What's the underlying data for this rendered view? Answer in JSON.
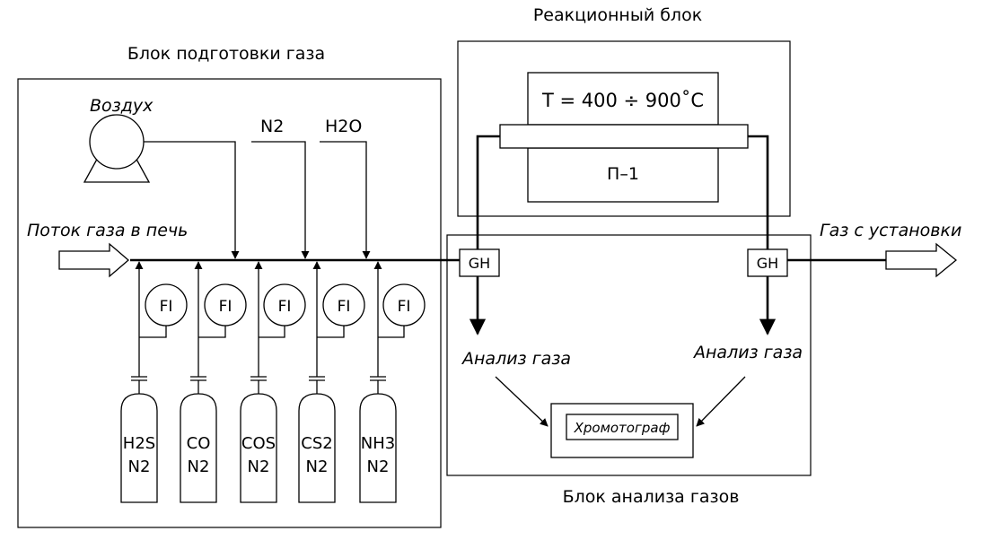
{
  "labels": {
    "reaction_block": "Реакционный блок",
    "gas_prep_block": "Блок подготовки газа",
    "gas_analysis_block": "Блок анализа газов",
    "air": "Воздух",
    "n2": "N2",
    "h2o": "H2O",
    "temperature": "T = 400 ÷ 900˚C",
    "furnace": "П–1",
    "gas_flow_in": "Поток газа в печь",
    "gas_out": "Газ с установки",
    "gh_left": "GH",
    "gh_right": "GH",
    "analysis_left": "Анализ газа",
    "analysis_right": "Анализ газа",
    "chromatograph": "Хромотограф",
    "flow_indicator": "FI"
  },
  "cylinders": [
    {
      "line1": "H2S",
      "line2": "N2"
    },
    {
      "line1": "CO",
      "line2": "N2"
    },
    {
      "line1": "COS",
      "line2": "N2"
    },
    {
      "line1": "CS2",
      "line2": "N2"
    },
    {
      "line1": "NH3",
      "line2": "N2"
    }
  ]
}
